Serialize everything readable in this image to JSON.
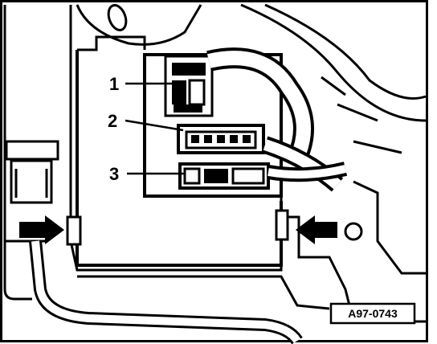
{
  "callouts": [
    {
      "label": "1"
    },
    {
      "label": "2"
    },
    {
      "label": "3"
    }
  ],
  "figure_ref": "A97-0743",
  "colors": {
    "line": "#000000",
    "background": "#ffffff"
  }
}
